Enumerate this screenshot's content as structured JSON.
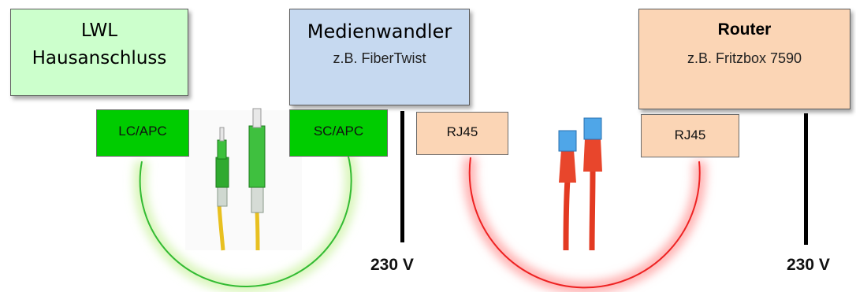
{
  "lwl": {
    "line1": "LWL",
    "line2": "Hausanschluss",
    "color": "#ccffcc"
  },
  "medienwandler": {
    "title": "Medienwandler",
    "subtitle": "z.B. FiberTwist",
    "color": "#c6d9f0"
  },
  "router": {
    "title": "Router",
    "subtitle": "z.B. Fritzbox 7590",
    "color": "#fbd5b5"
  },
  "ports": {
    "lc_apc": "LC/APC",
    "sc_apc": "SC/APC",
    "rj45_left": "RJ45",
    "rj45_right": "RJ45"
  },
  "power": {
    "left": "230 V",
    "right": "230 V"
  },
  "cables": {
    "fiber_color": "#22aa22",
    "ethernet_color": "#e83030"
  },
  "icons": {
    "fiber": "fiber-patch-cable-icon",
    "ethernet": "ethernet-patch-cable-icon"
  }
}
